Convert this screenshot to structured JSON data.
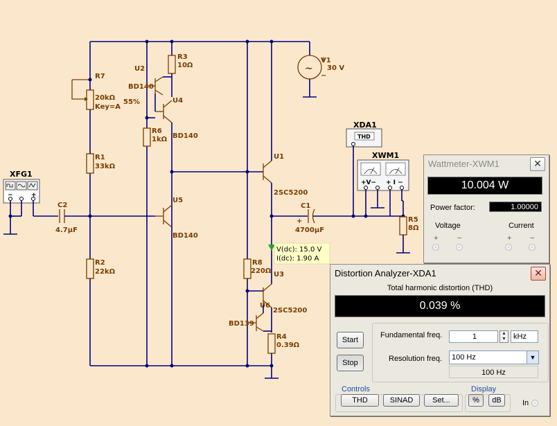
{
  "schematic": {
    "xfg1": "XFG1",
    "xda1": "XDA1",
    "xda1_thd": "THD",
    "xwm1": "XWM1",
    "xwm1_v": "+V−",
    "xwm1_i": "+ I −",
    "r7": "R7",
    "r7_value": "20kΩ",
    "r7_key": "Key=A",
    "r7_pct": "55%",
    "r1": "R1",
    "r1_value": "33kΩ",
    "r2": "R2",
    "r2_value": "22kΩ",
    "r3": "R3",
    "r3_value": "10Ω",
    "r6": "R6",
    "r6_value": "1kΩ",
    "r8": "R8",
    "r8_value": "220Ω",
    "r4": "R4",
    "r4_value": "0.39Ω",
    "r5": "R5",
    "r5_value": "8Ω",
    "c2": "C2",
    "c2_value": "4.7µF",
    "c1": "C1",
    "c1_value": "4700µF",
    "u2": "U2",
    "u2_part": "BD140",
    "u4": "U4",
    "u4_part": "BD140",
    "u5": "U5",
    "u5_part": "BD140",
    "u1": "U1",
    "u1_part": "2SC5200",
    "u3": "U3",
    "u6": "U6",
    "u6_part": "BD139",
    "u3_part": "2SC5200",
    "v1": "V1",
    "v1_value": "30 V",
    "probe_v": "V(dc): 15.0 V",
    "probe_i": "I(dc): 1.90 A"
  },
  "wattmeter": {
    "title": "Wattmeter-XWM1",
    "reading": "10.004 W",
    "pf_label": "Power factor:",
    "pf_value": "1.00000",
    "voltage_label": "Voltage",
    "current_label": "Current",
    "plus": "+",
    "minus": "−"
  },
  "analyzer": {
    "title": "Distortion Analyzer-XDA1",
    "heading": "Total harmonic distortion (THD)",
    "reading": "0.039 %",
    "start_label": "Start",
    "stop_label": "Stop",
    "fund_label": "Fundamental freq.",
    "fund_value": "1",
    "fund_unit": "kHz",
    "res_label": "Resolution freq.",
    "res_value": "100 Hz",
    "res_readout": "100 Hz",
    "controls_label": "Controls",
    "thd_btn": "THD",
    "sinad_btn": "SINAD",
    "set_btn": "Set...",
    "display_label": "Display",
    "pct_btn": "%",
    "db_btn": "dB",
    "in_label": "In"
  }
}
